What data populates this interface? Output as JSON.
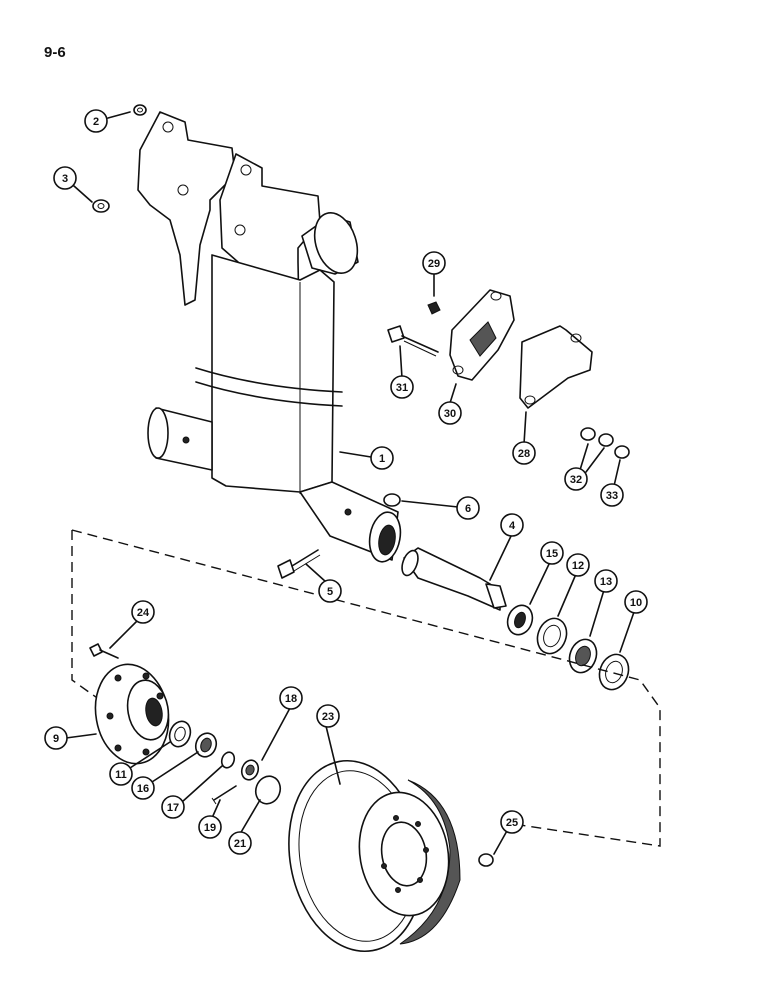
{
  "page": {
    "number": "9-6"
  },
  "callouts": [
    {
      "id": "c2",
      "label": "2"
    },
    {
      "id": "c3",
      "label": "3"
    },
    {
      "id": "c29",
      "label": "29"
    },
    {
      "id": "c31",
      "label": "31"
    },
    {
      "id": "c30",
      "label": "30"
    },
    {
      "id": "c28",
      "label": "28"
    },
    {
      "id": "c1",
      "label": "1"
    },
    {
      "id": "c32",
      "label": "32"
    },
    {
      "id": "c33",
      "label": "33"
    },
    {
      "id": "c6",
      "label": "6"
    },
    {
      "id": "c4",
      "label": "4"
    },
    {
      "id": "c5",
      "label": "5"
    },
    {
      "id": "c15",
      "label": "15"
    },
    {
      "id": "c12",
      "label": "12"
    },
    {
      "id": "c13",
      "label": "13"
    },
    {
      "id": "c10",
      "label": "10"
    },
    {
      "id": "c24",
      "label": "24"
    },
    {
      "id": "c9",
      "label": "9"
    },
    {
      "id": "c18",
      "label": "18"
    },
    {
      "id": "c23",
      "label": "23"
    },
    {
      "id": "c11",
      "label": "11"
    },
    {
      "id": "c16",
      "label": "16"
    },
    {
      "id": "c17",
      "label": "17"
    },
    {
      "id": "c19",
      "label": "19"
    },
    {
      "id": "c21",
      "label": "21"
    },
    {
      "id": "c25",
      "label": "25"
    }
  ]
}
